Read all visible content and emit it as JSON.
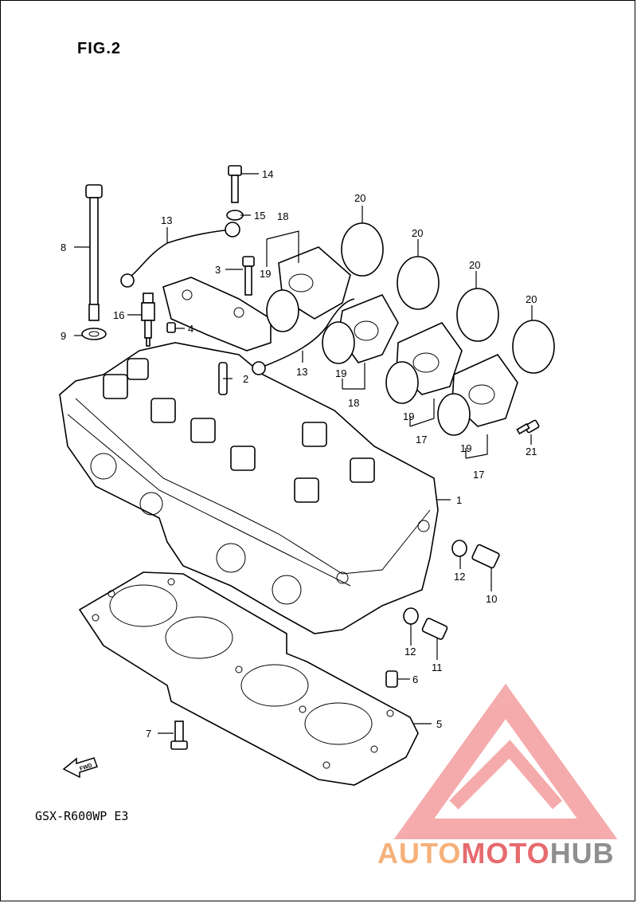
{
  "figure_title": "FIG.2",
  "model_code": "GSX-R600WP  E3",
  "watermark": {
    "part1": "AUTO",
    "part2": "MOTO",
    "part3": "HUB",
    "colors": {
      "light": "#f5b17a",
      "red": "#e66a6e",
      "gray": "#8f8f8f",
      "logo": "#f4a3a3"
    }
  },
  "fwd_label": "FWD",
  "callouts": {
    "c1": "1",
    "c2": "2",
    "c3": "3",
    "c4": "4",
    "c5": "5",
    "c6": "6",
    "c7": "7",
    "c8": "8",
    "c9": "9",
    "c10": "10",
    "c11": "11",
    "c12a": "12",
    "c12b": "12",
    "c13a": "13",
    "c13b": "13",
    "c14": "14",
    "c15": "15",
    "c16": "16",
    "c17a": "17",
    "c17b": "17",
    "c18a": "18",
    "c18b": "18",
    "c19a": "19",
    "c19b": "19",
    "c19c": "19",
    "c19d": "19",
    "c20a": "20",
    "c20b": "20",
    "c20c": "20",
    "c20d": "20",
    "c21": "21"
  }
}
